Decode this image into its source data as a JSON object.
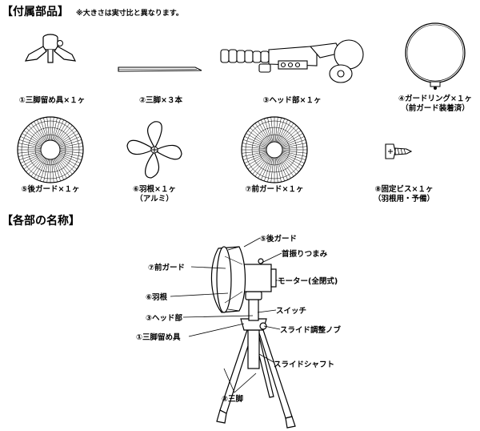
{
  "sections": {
    "parts_title": "【付属部品】",
    "parts_note": "※大きさは実寸比と異なります。",
    "names_title": "【各部の名称】"
  },
  "parts": [
    {
      "caption": "①三脚留め具×１ヶ",
      "icon": "tripod-clamp-icon"
    },
    {
      "caption": "②三脚×３本",
      "icon": "leg-rod-icon"
    },
    {
      "caption": "③ヘッド部×１ヶ",
      "icon": "head-unit-icon"
    },
    {
      "caption": "④ガードリング×１ヶ",
      "sub": "（前ガード装着済）",
      "icon": "guard-ring-icon"
    },
    {
      "caption": "⑤後ガード×１ヶ",
      "icon": "rear-guard-icon"
    },
    {
      "caption": "⑥羽根×１ヶ",
      "sub": "（アルミ）",
      "icon": "fan-blade-icon"
    },
    {
      "caption": "⑦前ガード×１ヶ",
      "icon": "front-guard-icon"
    },
    {
      "caption": "⑧固定ビス×１ヶ",
      "sub": "（羽根用・予備）",
      "icon": "screw-icon"
    }
  ],
  "diagram_labels": {
    "rear_guard": "⑤後ガード",
    "swing_knob": "首振りつまみ",
    "front_guard": "⑦前ガード",
    "motor": "モーター(全閉式)",
    "blade": "⑥羽根",
    "switch": "スイッチ",
    "head": "③ヘッド部",
    "slide_knob": "スライド調整ノブ",
    "clamp": "①三脚留め具",
    "slide_shaft": "スライドシャフト",
    "legs": "②三脚"
  }
}
